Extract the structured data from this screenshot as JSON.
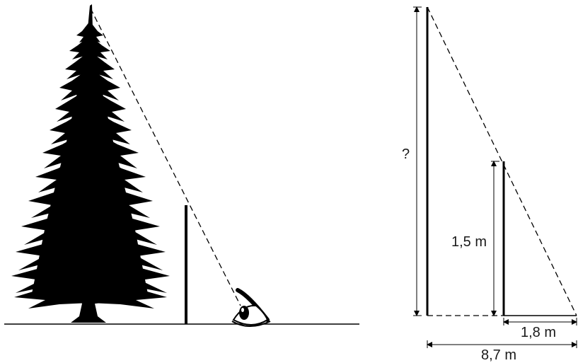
{
  "diagram": {
    "labels": {
      "unknown_height": "?",
      "stick_height": "1,5 m",
      "stick_distance": "1,8 m",
      "tree_distance": "8,7 m"
    },
    "icons": {
      "tree": "spruce-tree-icon",
      "eye": "eye-icon"
    },
    "colors": {
      "ink": "#000000",
      "tree": "#000000",
      "background": "#ffffff"
    }
  }
}
